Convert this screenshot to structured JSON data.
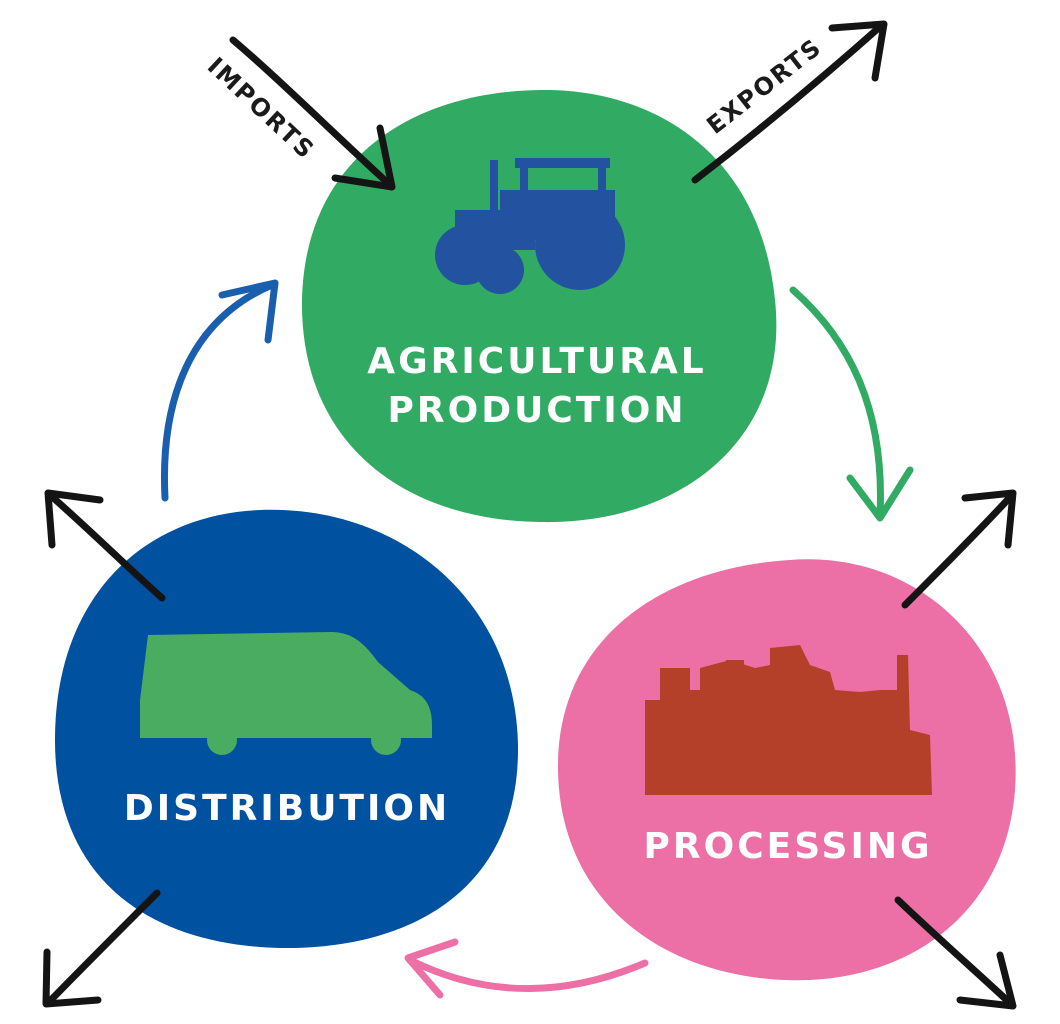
{
  "nodes": {
    "agricultural_production": {
      "line1": "AGRICULTURAL",
      "line2": "PRODUCTION",
      "icon": "tractor-icon"
    },
    "processing": {
      "label": "PROCESSING",
      "icon": "factory-icon"
    },
    "distribution": {
      "label": "DISTRIBUTION",
      "icon": "van-icon"
    }
  },
  "flows": {
    "imports_label": "IMPORTS",
    "exports_label": "EXPORTS"
  },
  "colors": {
    "green": "#31ab63",
    "pink": "#ec6fa5",
    "blue": "#0051a0",
    "tractor": "#2352a0",
    "factory": "#b4402a",
    "van": "#4aac60",
    "arrow_black": "#141414",
    "arrow_green": "#31ab63",
    "arrow_pink": "#ec6fa5",
    "arrow_blue": "#1a5fad"
  }
}
